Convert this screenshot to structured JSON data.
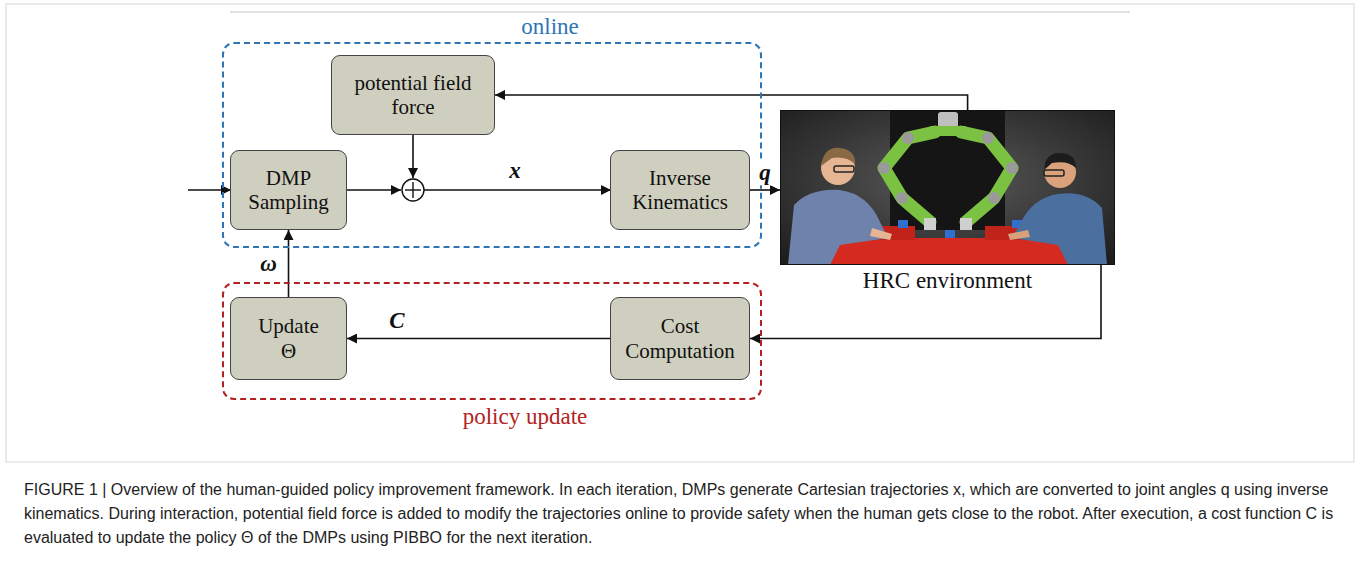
{
  "diagram": {
    "caption": "FIGURE 1 | Overview of the human-guided policy improvement framework. In each iteration, DMPs generate Cartesian trajectories x, which are converted to joint angles q using inverse kinematics. During interaction, potential field force is added to modify the trajectories online to provide safety when the human gets close to the robot. After execution, a cost function C is evaluated to update the policy Θ of the DMPs using PIBBO for the next iteration.",
    "nodes": [
      {
        "text": [
          "online"
        ]
      },
      {
        "text": [
          "potential field force"
        ],
        "in": 0
      },
      {
        "text": [
          "DMP Sampling"
        ],
        "in": 0
      },
      {
        "text": [
          "Inverse Kinematics"
        ],
        "in": 0
      },
      {
        "text": [
          "HRC environment"
        ]
      },
      {
        "text": [
          "policy update"
        ]
      },
      {
        "text": [
          "Update Θ"
        ],
        "in": 5
      },
      {
        "text": [
          "Cost Computation"
        ],
        "in": 5
      }
    ],
    "edges": [
      {
        "from": 3,
        "to": 4,
        "arrow": "to",
        "label": "q"
      },
      {
        "from": 4,
        "to": 1,
        "arrow": "to"
      },
      {
        "from": 4,
        "to": 7,
        "arrow": "to"
      },
      {
        "from": 7,
        "to": 6,
        "arrow": "to",
        "label": "C"
      },
      {
        "from": 6,
        "to": 2,
        "arrow": "to",
        "label": "ω"
      }
    ],
    "labels": [
      "x"
    ]
  }
}
